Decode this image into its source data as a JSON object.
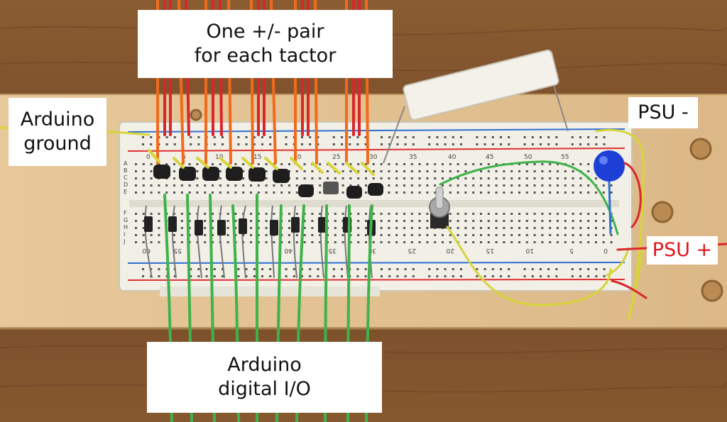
{
  "labels": {
    "pair": {
      "line1": "One +/- pair",
      "line2": "for each tactor"
    },
    "ground": {
      "line1": "Arduino",
      "line2": "ground"
    },
    "psu_minus": "PSU -",
    "psu_plus": "PSU +",
    "io": {
      "line1": "Arduino",
      "line2": "digital I/O"
    }
  },
  "breadboard": {
    "top_columns": [
      "0",
      "5",
      "10",
      "15",
      "20",
      "25",
      "30",
      "35",
      "40",
      "45",
      "50",
      "55"
    ],
    "bottom_columns": [
      "60",
      "55",
      "40",
      "35",
      "30",
      "25",
      "20",
      "15",
      "10",
      "5",
      "0"
    ],
    "rows_left": [
      "A",
      "B",
      "C",
      "D",
      "E",
      "F",
      "G",
      "H",
      "I",
      "J"
    ]
  },
  "colors": {
    "psu_plus_text": "#e0161b",
    "wire_orange": "#f26a1b",
    "wire_red": "#d9262b",
    "wire_green": "#3fb34a",
    "wire_yellow": "#d7d43a",
    "led_blue": "#1e3fd6"
  }
}
